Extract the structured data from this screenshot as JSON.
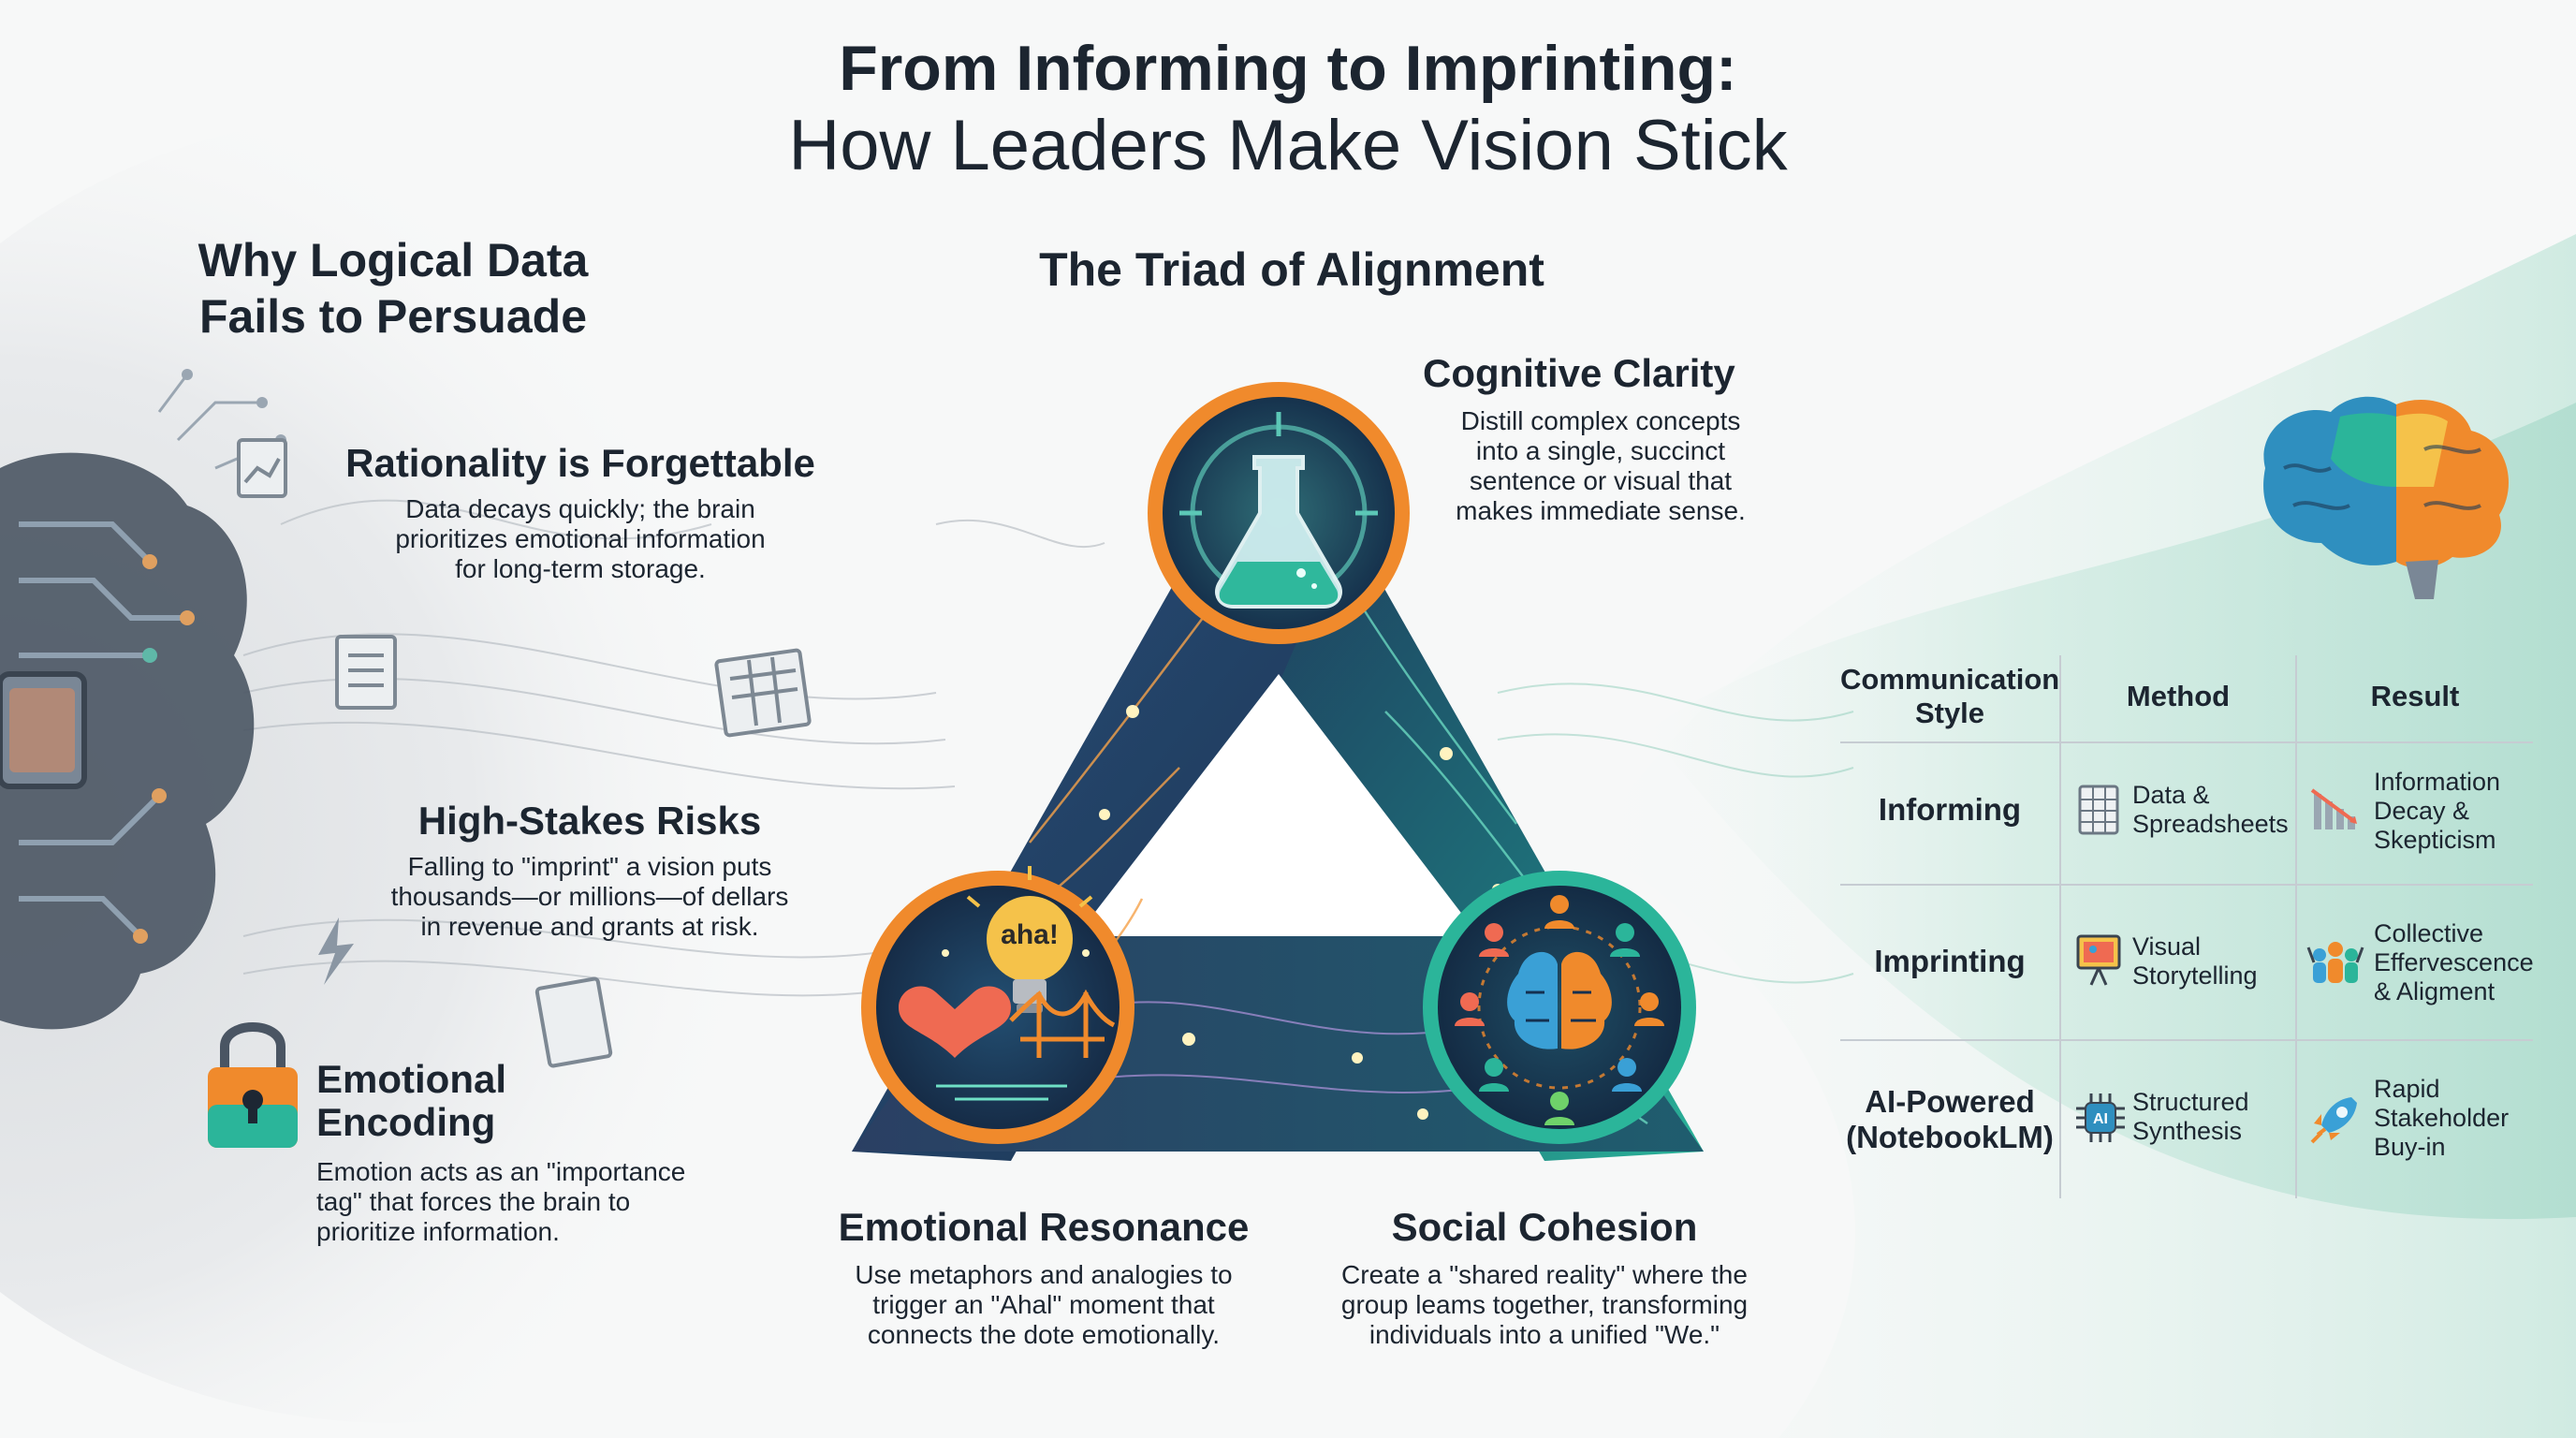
{
  "title": {
    "line1": "From Informing to Imprinting:",
    "line2": "How Leaders Make Vision Stick"
  },
  "left": {
    "section_title_1": "Why Logical Data",
    "section_title_2": "Fails to Persuade",
    "items": [
      {
        "heading": "Rationality is Forgettable",
        "lines": [
          "Data decays quickly; the brain",
          "prioritizes emotional information",
          "for long-term storage."
        ]
      },
      {
        "heading": "High-Stakes Risks",
        "lines": [
          "Falling to \"imprint\" a vision puts",
          "thousands—or millions—of dellars",
          "in revenue and grants at risk."
        ]
      },
      {
        "heading_1": "Emotional",
        "heading_2": "Encoding",
        "lines": [
          "Emotion acts as an \"importance",
          "tag\" that forces the brain to",
          "prioritize information."
        ]
      }
    ]
  },
  "center": {
    "section_title": "The Triad of Alignment",
    "bulb_text": "aha!",
    "nodes": [
      {
        "heading": "Cognitive Clarity",
        "lines": [
          "Distill complex concepts",
          "into a single, succinct",
          "sentence or visual that",
          "makes immediate sense."
        ]
      },
      {
        "heading": "Emotional Resonance",
        "lines": [
          "Use metaphors and analogies to",
          "trigger an \"Ahal\" moment that",
          "connects the dote emotionally."
        ]
      },
      {
        "heading": "Social Cohesion",
        "lines": [
          "Create a \"shared reality\" where the",
          "group leams together, transforming",
          "individuals into a unified \"We.\""
        ]
      }
    ]
  },
  "table": {
    "headers": {
      "style_1": "Communication",
      "style_2": "Style",
      "method": "Method",
      "result": "Result"
    },
    "rows": [
      {
        "label_1": "Informing",
        "label_2": "",
        "method": [
          "Data &",
          "Spreadsheets"
        ],
        "result": [
          "Information",
          "Decay &",
          "Skepticism"
        ],
        "method_icon": "spreadsheet-icon",
        "result_icon": "declining-chart-icon"
      },
      {
        "label_1": "Imprinting",
        "label_2": "",
        "method": [
          "Visual",
          "Storytelling"
        ],
        "result": [
          "Collective",
          "Effervescence",
          "& Aligment"
        ],
        "method_icon": "presentation-icon",
        "result_icon": "group-cheer-icon"
      },
      {
        "label_1": "AI-Powered",
        "label_2": "(NotebookLM)",
        "method": [
          "Structured",
          "Synthesis"
        ],
        "result": [
          "Rapid",
          "Stakeholder",
          "Buy-in"
        ],
        "method_icon": "ai-chip-icon",
        "result_icon": "rocket-icon",
        "ai_chip_text": "AI"
      }
    ]
  },
  "colors": {
    "orange": "#f08a2c",
    "teal": "#2bb59a",
    "navy": "#1e3a5f",
    "text": "#1c2530"
  }
}
